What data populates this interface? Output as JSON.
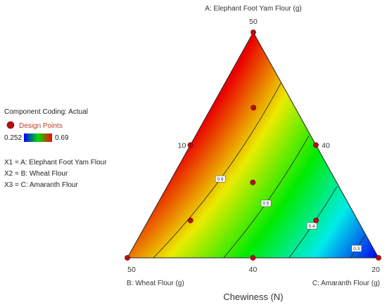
{
  "chart_data": {
    "type": "ternary-contour",
    "title": "Chewiness (N)",
    "response_range": [
      0.252,
      0.69
    ],
    "colors": {
      "low": "#0000ff",
      "mid": "#00dd00",
      "high": "#ff0000",
      "point": "#b01010"
    },
    "vertex_labels": {
      "A": "A: Elephant Foot Yam Flour (g)",
      "B": "B: Wheat Flour (g)",
      "C": "C: Amaranth Flour (g)"
    },
    "ticks": [
      {
        "label": "50",
        "pos": [
          1.0,
          0.0,
          0.0
        ]
      },
      {
        "label": "50",
        "pos": [
          0.0,
          1.0,
          0.0
        ]
      },
      {
        "label": "20",
        "pos": [
          0.0,
          0.0,
          1.0
        ]
      },
      {
        "label": "10",
        "pos": [
          0.5,
          0.5,
          0.0
        ]
      },
      {
        "label": "40",
        "pos": [
          0.5,
          0.0,
          0.5
        ]
      },
      {
        "label": "40",
        "pos": [
          0.0,
          0.5,
          0.5
        ]
      }
    ],
    "contours": [
      {
        "label": "0.6",
        "value": 0.6
      },
      {
        "label": "0.5",
        "value": 0.5
      },
      {
        "label": "0.4",
        "value": 0.4
      },
      {
        "label": "0.3",
        "value": 0.3
      }
    ],
    "design_points": [
      [
        1.0,
        0.0,
        0.0
      ],
      [
        0.0,
        1.0,
        0.0
      ],
      [
        0.0,
        0.0,
        1.0
      ],
      [
        0.5,
        0.5,
        0.0
      ],
      [
        0.5,
        0.0,
        0.5
      ],
      [
        0.0,
        0.5,
        0.5
      ],
      [
        0.667,
        0.167,
        0.167
      ],
      [
        0.167,
        0.667,
        0.167
      ],
      [
        0.167,
        0.167,
        0.667
      ],
      [
        0.333,
        0.333,
        0.333
      ]
    ],
    "legend": {
      "coding": "Component Coding: Actual",
      "design_points": "Design Points",
      "low_label": "0.252",
      "high_label": "0.69",
      "mapping": [
        "X1 = A: Elephant Foot Yam Flour",
        "X2 = B: Wheat Flour",
        "X3 = C: Amaranth Flour"
      ]
    }
  }
}
